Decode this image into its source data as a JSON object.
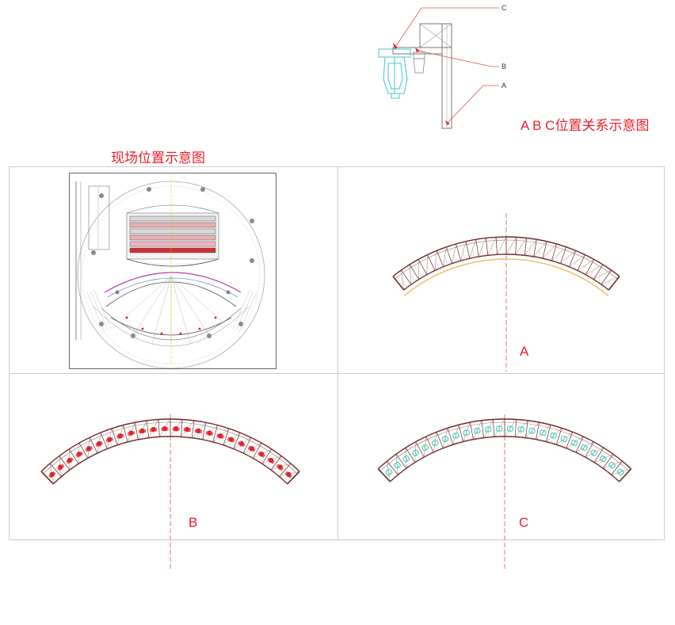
{
  "top_diagram": {
    "title": "A B C位置关系示意图",
    "markers": [
      {
        "letter": "C"
      },
      {
        "letter": "B"
      },
      {
        "letter": "A"
      }
    ]
  },
  "site_plan": {
    "title": "现场位置示意图"
  },
  "panels": [
    {
      "letter": "A"
    },
    {
      "letter": "B"
    },
    {
      "letter": "C"
    }
  ],
  "colors": {
    "title_red": "#e8202a",
    "truss": "#6b2a2a",
    "truss_light": "#9a7a7a",
    "inner_arc_yellow": "#f0c070",
    "fixture_red": "#e0242c",
    "fixture_cyan": "#46c8b8",
    "centerline": "#d04040",
    "frame": "#cccccc"
  }
}
